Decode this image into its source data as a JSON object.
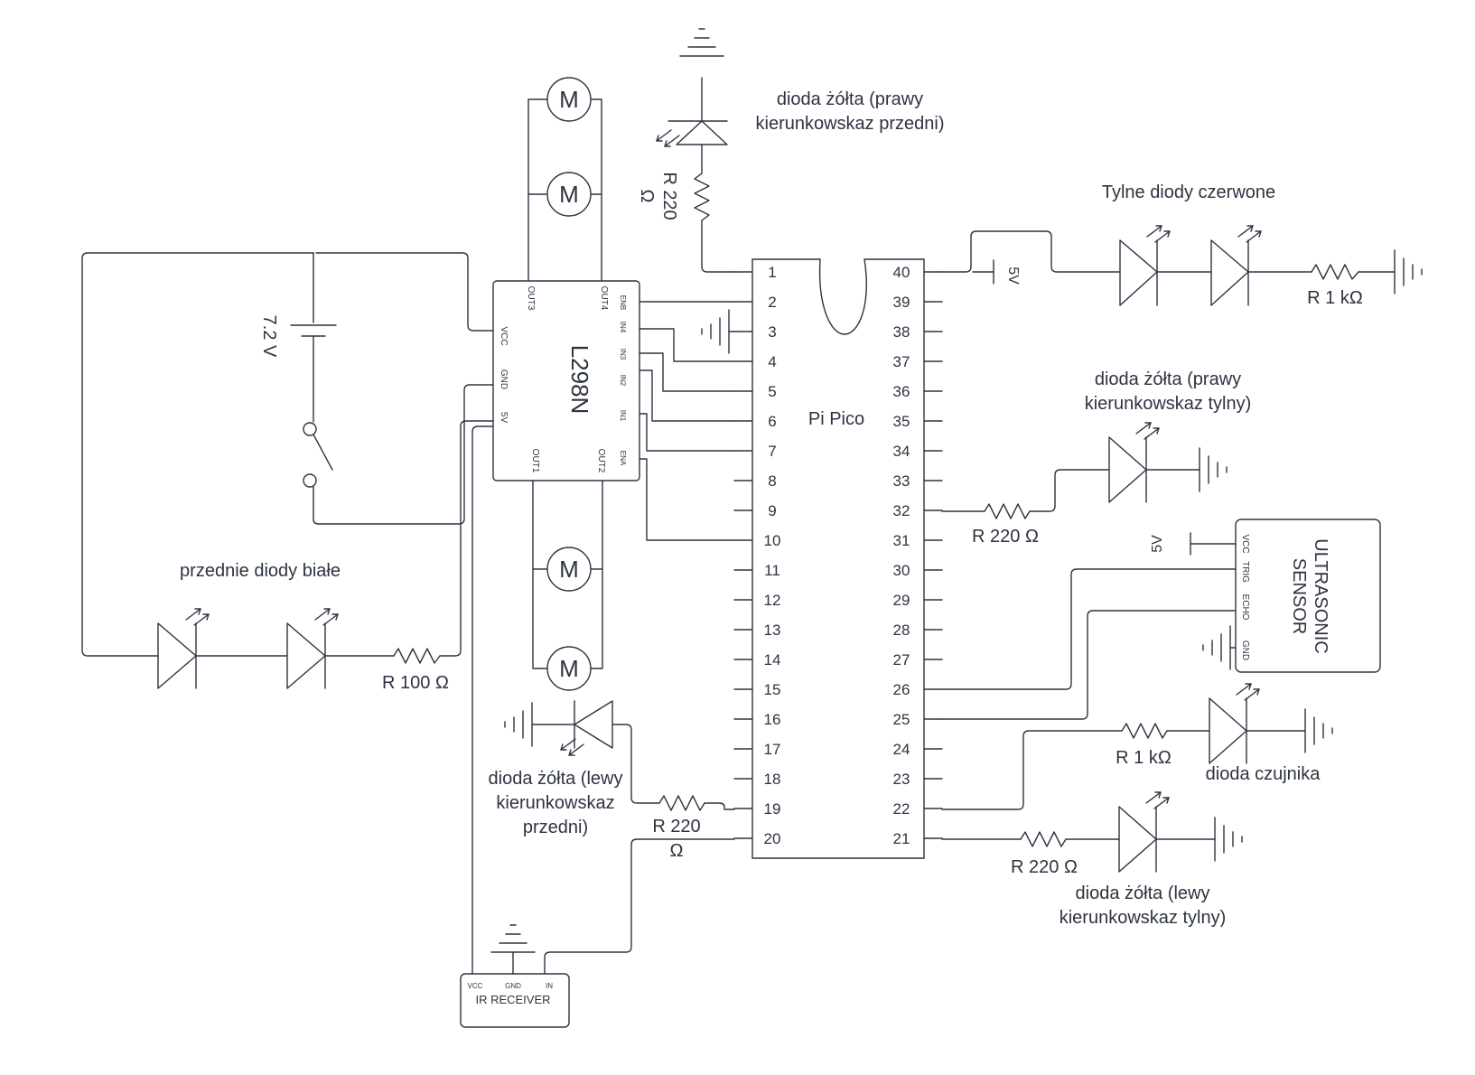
{
  "pico": {
    "name": "Pi Pico",
    "left_pins": [
      "1",
      "2",
      "3",
      "4",
      "5",
      "6",
      "7",
      "8",
      "9",
      "10",
      "11",
      "12",
      "13",
      "14",
      "15",
      "16",
      "17",
      "18",
      "19",
      "20"
    ],
    "right_pins": [
      "40",
      "39",
      "38",
      "37",
      "36",
      "35",
      "34",
      "33",
      "32",
      "31",
      "30",
      "29",
      "28",
      "27",
      "26",
      "25",
      "24",
      "23",
      "22",
      "21"
    ]
  },
  "driver": {
    "name": "L298N",
    "out3": "OUT3",
    "out4": "OUT4",
    "out1": "OUT1",
    "out2": "OUT2",
    "vcc": "VCC",
    "gnd": "GND",
    "v5": "5V",
    "enb": "ENB",
    "in4": "IN4",
    "in3": "IN3",
    "in2": "IN2",
    "in1": "IN1",
    "ena": "ENA"
  },
  "motor_symbol": "M",
  "battery_label": "7.2 V",
  "front_white": {
    "label": "przednie diody białe",
    "resistor": "R 100 Ω"
  },
  "right_front_yellow": {
    "label_line1": "dioda żółta (prawy",
    "label_line2": "kierunkowskaz przedni)",
    "resistor_line1": "R 220",
    "resistor_line2": "Ω"
  },
  "rear_red": {
    "label": "Tylne diody czerwone",
    "resistor": "R 1 kΩ",
    "supply": "5V"
  },
  "right_rear_yellow": {
    "label_line1": "dioda żółta (prawy",
    "label_line2": "kierunkowskaz tylny)",
    "resistor": "R 220 Ω"
  },
  "ultrasonic": {
    "title_line1": "ULTRASONIC",
    "title_line2": "SENSOR",
    "vcc": "VCC",
    "trig": "TRIG",
    "echo": "ECHO",
    "gnd": "GND",
    "supply": "5V"
  },
  "sensor_led": {
    "label": "dioda czujnika",
    "resistor": "R 1 kΩ"
  },
  "left_rear_yellow": {
    "label_line1": "dioda żółta (lewy",
    "label_line2": "kierunkowskaz tylny)",
    "resistor": "R 220 Ω"
  },
  "left_front_yellow": {
    "label_line1": "dioda żółta (lewy",
    "label_line2": "kierunkowskaz",
    "label_line3": "przedni)",
    "resistor_line1": "R 220",
    "resistor_line2": "Ω"
  },
  "ir_receiver": {
    "name": "IR RECEIVER",
    "vcc": "VCC",
    "gnd": "GND",
    "in": "IN"
  }
}
